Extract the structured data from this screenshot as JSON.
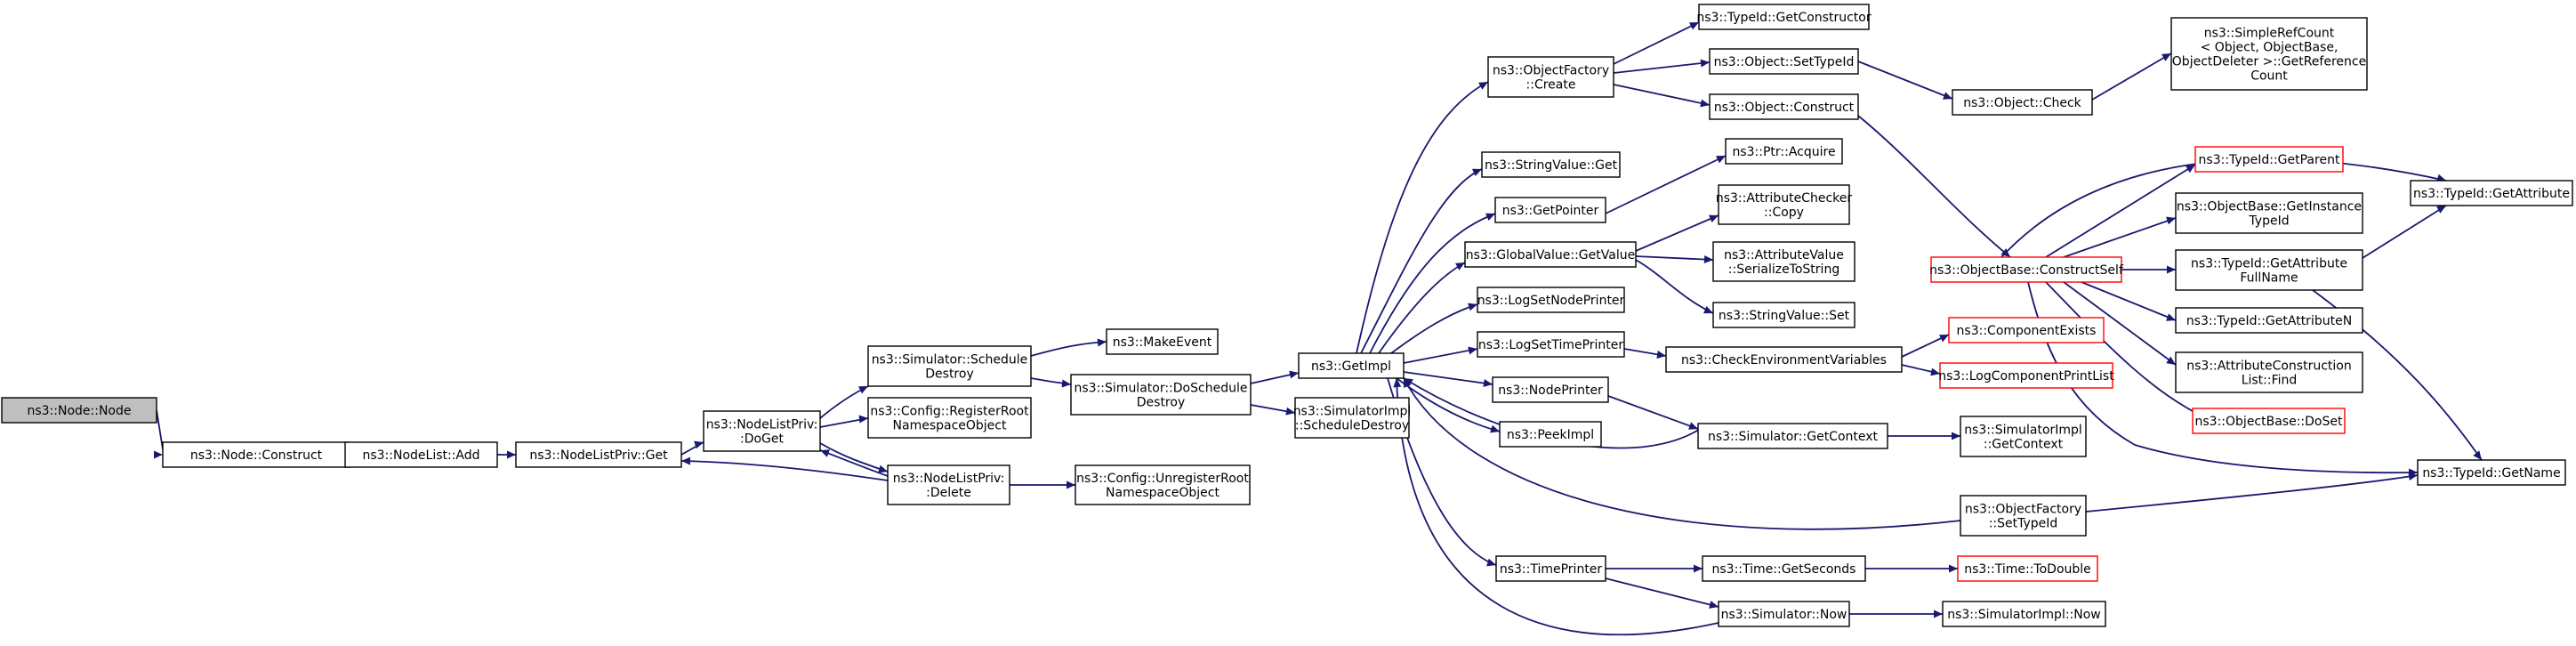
{
  "colors": {
    "edge": "#191970",
    "missing_node_border": "#ff0000",
    "current_node_fill": "#bfbfbf",
    "node_border": "#000000"
  },
  "nodes": {
    "node_node": [
      "ns3::Node::Node"
    ],
    "node_construct": [
      "ns3::Node::Construct"
    ],
    "nodelist_add": [
      "ns3::NodeList::Add"
    ],
    "nodelistpriv_get": [
      "ns3::NodeListPriv::Get"
    ],
    "nodelistpriv_doget": [
      "ns3::NodeListPriv:",
      ":DoGet"
    ],
    "nodelistpriv_delete": [
      "ns3::NodeListPriv:",
      ":Delete"
    ],
    "sim_schedule_destroy": [
      "ns3::Simulator::Schedule",
      "Destroy"
    ],
    "config_register_root": [
      "ns3::Config::RegisterRoot",
      "NamespaceObject"
    ],
    "config_unregister_root": [
      "ns3::Config::UnregisterRoot",
      "NamespaceObject"
    ],
    "make_event": [
      "ns3::MakeEvent"
    ],
    "sim_do_schedule_destroy": [
      "ns3::Simulator::DoSchedule",
      "Destroy"
    ],
    "get_impl": [
      "ns3::GetImpl"
    ],
    "simimpl_schedule_destroy": [
      "ns3::SimulatorImpl",
      "::ScheduleDestroy"
    ],
    "object_factory_create": [
      "ns3::ObjectFactory",
      "::Create"
    ],
    "string_value_get": [
      "ns3::StringValue::Get"
    ],
    "get_pointer": [
      "ns3::GetPointer"
    ],
    "global_value_get_value": [
      "ns3::GlobalValue::GetValue"
    ],
    "log_set_node_printer": [
      "ns3::LogSetNodePrinter"
    ],
    "log_set_time_printer": [
      "ns3::LogSetTimePrinter"
    ],
    "node_printer": [
      "ns3::NodePrinter"
    ],
    "peek_impl": [
      "ns3::PeekImpl"
    ],
    "time_printer": [
      "ns3::TimePrinter"
    ],
    "typeid_get_constructor": [
      "ns3::TypeId::GetConstructor"
    ],
    "object_set_typeid": [
      "ns3::Object::SetTypeId"
    ],
    "object_construct": [
      "ns3::Object::Construct"
    ],
    "ptr_acquire": [
      "ns3::Ptr::Acquire"
    ],
    "attribute_checker_copy": [
      "ns3::AttributeChecker",
      "::Copy"
    ],
    "attribute_value_serialize": [
      "ns3::AttributeValue",
      "::SerializeToString"
    ],
    "string_value_set": [
      "ns3::StringValue::Set"
    ],
    "check_env_vars": [
      "ns3::CheckEnvironmentVariables"
    ],
    "sim_get_context": [
      "ns3::Simulator::GetContext"
    ],
    "object_factory_set_typeid": [
      "ns3::ObjectFactory",
      "::SetTypeId"
    ],
    "time_get_seconds": [
      "ns3::Time::GetSeconds"
    ],
    "simulator_now": [
      "ns3::Simulator::Now"
    ],
    "object_check": [
      "ns3::Object::Check"
    ],
    "simple_ref_count": [
      "ns3::SimpleRefCount",
      "< Object, ObjectBase,",
      "ObjectDeleter >::GetReference",
      "Count"
    ],
    "object_base_construct_self": [
      "ns3::ObjectBase::ConstructSelf"
    ],
    "component_exists": [
      "ns3::ComponentExists"
    ],
    "log_component_print_list": [
      "ns3::LogComponentPrintList"
    ],
    "simimpl_get_context": [
      "ns3::SimulatorImpl",
      "::GetContext"
    ],
    "time_to_double": [
      "ns3::Time::ToDouble"
    ],
    "simimpl_now": [
      "ns3::SimulatorImpl::Now"
    ],
    "typeid_get_parent": [
      "ns3::TypeId::GetParent"
    ],
    "object_base_get_instance_typeid": [
      "ns3::ObjectBase::GetInstance",
      "TypeId"
    ],
    "typeid_get_attribute_fullname": [
      "ns3::TypeId::GetAttribute",
      "FullName"
    ],
    "typeid_get_attribute_n": [
      "ns3::TypeId::GetAttributeN"
    ],
    "attribute_construction_list_find": [
      "ns3::AttributeConstruction",
      "List::Find"
    ],
    "object_base_doset": [
      "ns3::ObjectBase::DoSet"
    ],
    "typeid_get_attribute": [
      "ns3::TypeId::GetAttribute"
    ],
    "typeid_get_name": [
      "ns3::TypeId::GetName"
    ]
  }
}
